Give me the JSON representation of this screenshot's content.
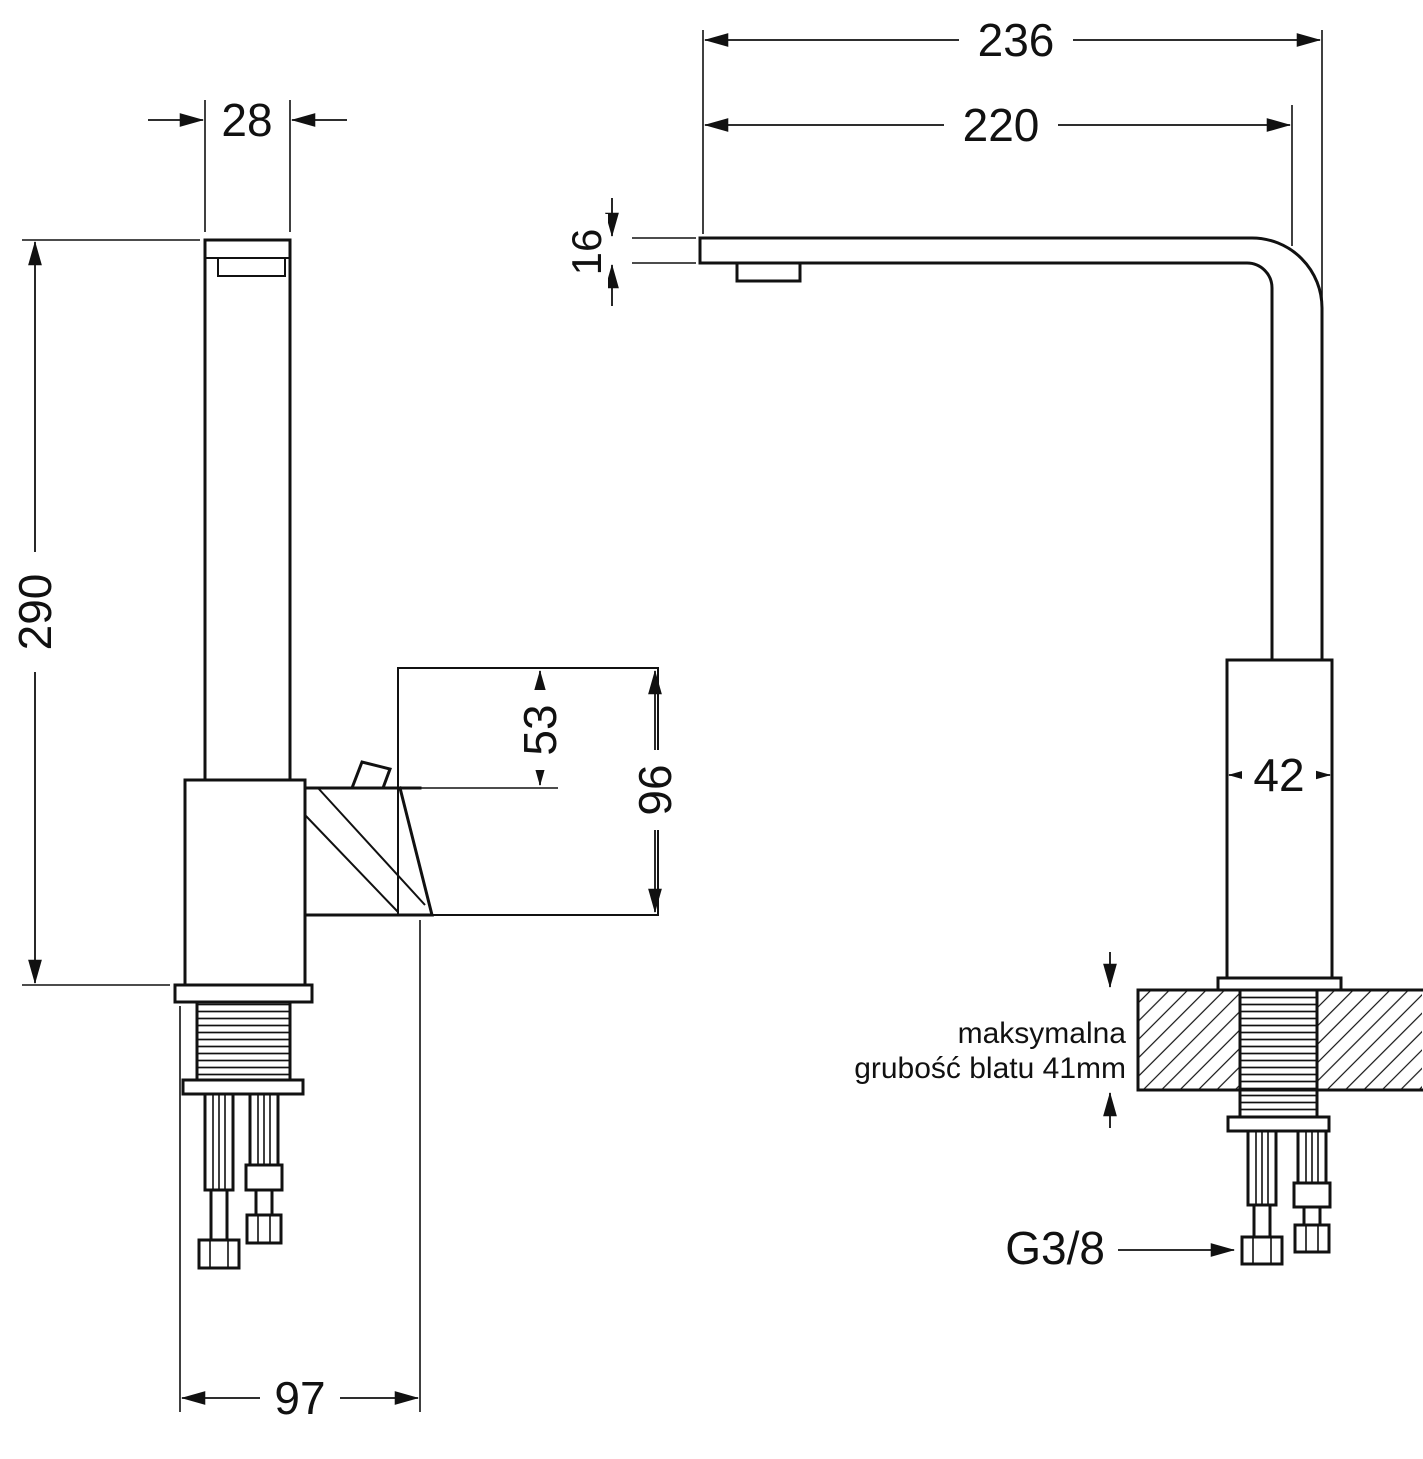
{
  "views": {
    "side": {
      "dims": {
        "spout_width": "28",
        "total_height": "290",
        "handle_offset": "53",
        "handle_height": "96",
        "base_depth": "97"
      }
    },
    "front": {
      "dims": {
        "total_reach": "236",
        "spout_reach": "220",
        "spout_thickness": "16",
        "body_width": "42"
      },
      "annotations": {
        "counter_note_line1": "maksymalna",
        "counter_note_line2": "grubość blatu 41mm",
        "connection_thread_label": "G3/8"
      }
    }
  },
  "colors": {
    "line": "#111111",
    "background": "#ffffff"
  }
}
